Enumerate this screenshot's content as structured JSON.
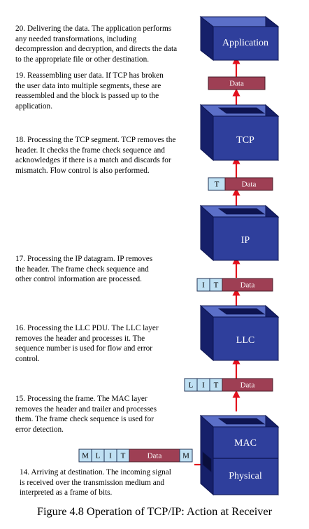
{
  "steps": {
    "s20": "20. Delivering the data. The application performs any needed transformations, including decompression and decryption, and directs the data to the appropriate file or other destination.",
    "s19": "19. Reassembling user data. If TCP has broken the user data into multiple segments, these are reassembled and the block is passed up to the application.",
    "s18": "18. Processing the TCP segment. TCP removes the header. It checks the frame check sequence and acknowledges if there is a match and discards for mismatch. Flow control is also performed.",
    "s17": "17. Processing the IP datagram. IP removes the header. The frame check sequence and other control information are processed.",
    "s16": "16. Processing the LLC PDU. The LLC layer removes the header and processes it. The sequence number is used for flow and error control.",
    "s15": "15. Processing the frame. The MAC layer removes the header and trailer and processes them. The frame check sequence is used for error detection.",
    "s14": "14. Arriving at destination. The incoming signal is received over the transmission medium and interpreted as a frame of bits."
  },
  "layers": {
    "application": "Application",
    "tcp": "TCP",
    "ip": "IP",
    "llc": "LLC",
    "mac": "MAC",
    "physical": "Physical"
  },
  "pdu": {
    "data": "Data",
    "t": "T",
    "i": "I",
    "l": "L",
    "m": "M"
  },
  "caption": "Figure 4.8   Operation of TCP/IP: Action at Receiver",
  "colors": {
    "layer_front": "#2f3f9c",
    "layer_top": "#5b6fc8",
    "layer_side": "#16206a",
    "header_cell": "#bfe0f3",
    "data_cell": "#9e3f54",
    "arrow": "#e3101c"
  }
}
